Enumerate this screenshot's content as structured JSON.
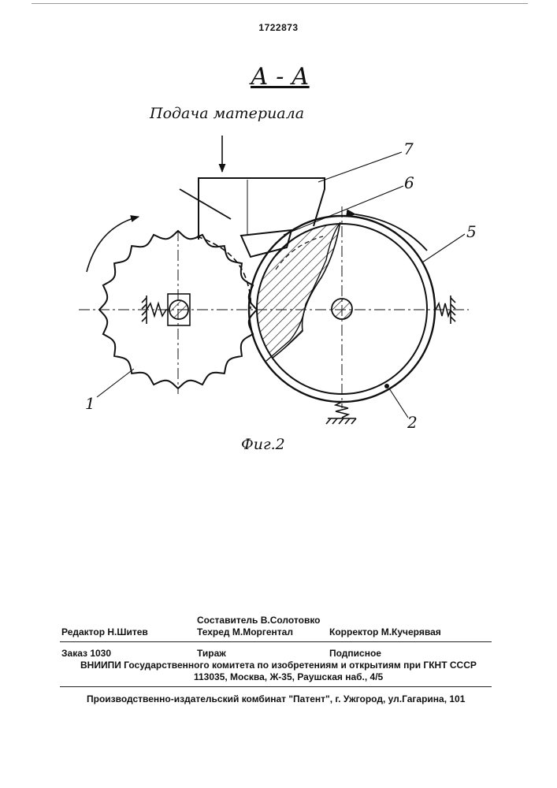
{
  "page": {
    "patent_number": "1722873",
    "section_label": "А - А",
    "feed_label": "Подача материала",
    "figure_label": "Фиг.2"
  },
  "callouts": {
    "n1": "1",
    "n2": "2",
    "n5": "5",
    "n6": "6",
    "n7": "7"
  },
  "footer": {
    "compiler": "Составитель В.Солотовко",
    "editor": "Редактор Н.Шитев",
    "techred": "Техред М.Моргентал",
    "corrector": "Корректор М.Кучерявая",
    "order": "Заказ 1030",
    "circulation": "Тираж",
    "subscription": "Подписное",
    "institute": "ВНИИПИ Государственного комитета по изобретениям и открытиям при ГКНТ СССР",
    "address": "113035, Москва, Ж-35, Раушская наб., 4/5",
    "printer": "Производственно-издательский комбинат \"Патент\", г. Ужгород, ул.Гагарина, 101"
  },
  "colors": {
    "ink": "#111111",
    "paper": "#ffffff"
  }
}
